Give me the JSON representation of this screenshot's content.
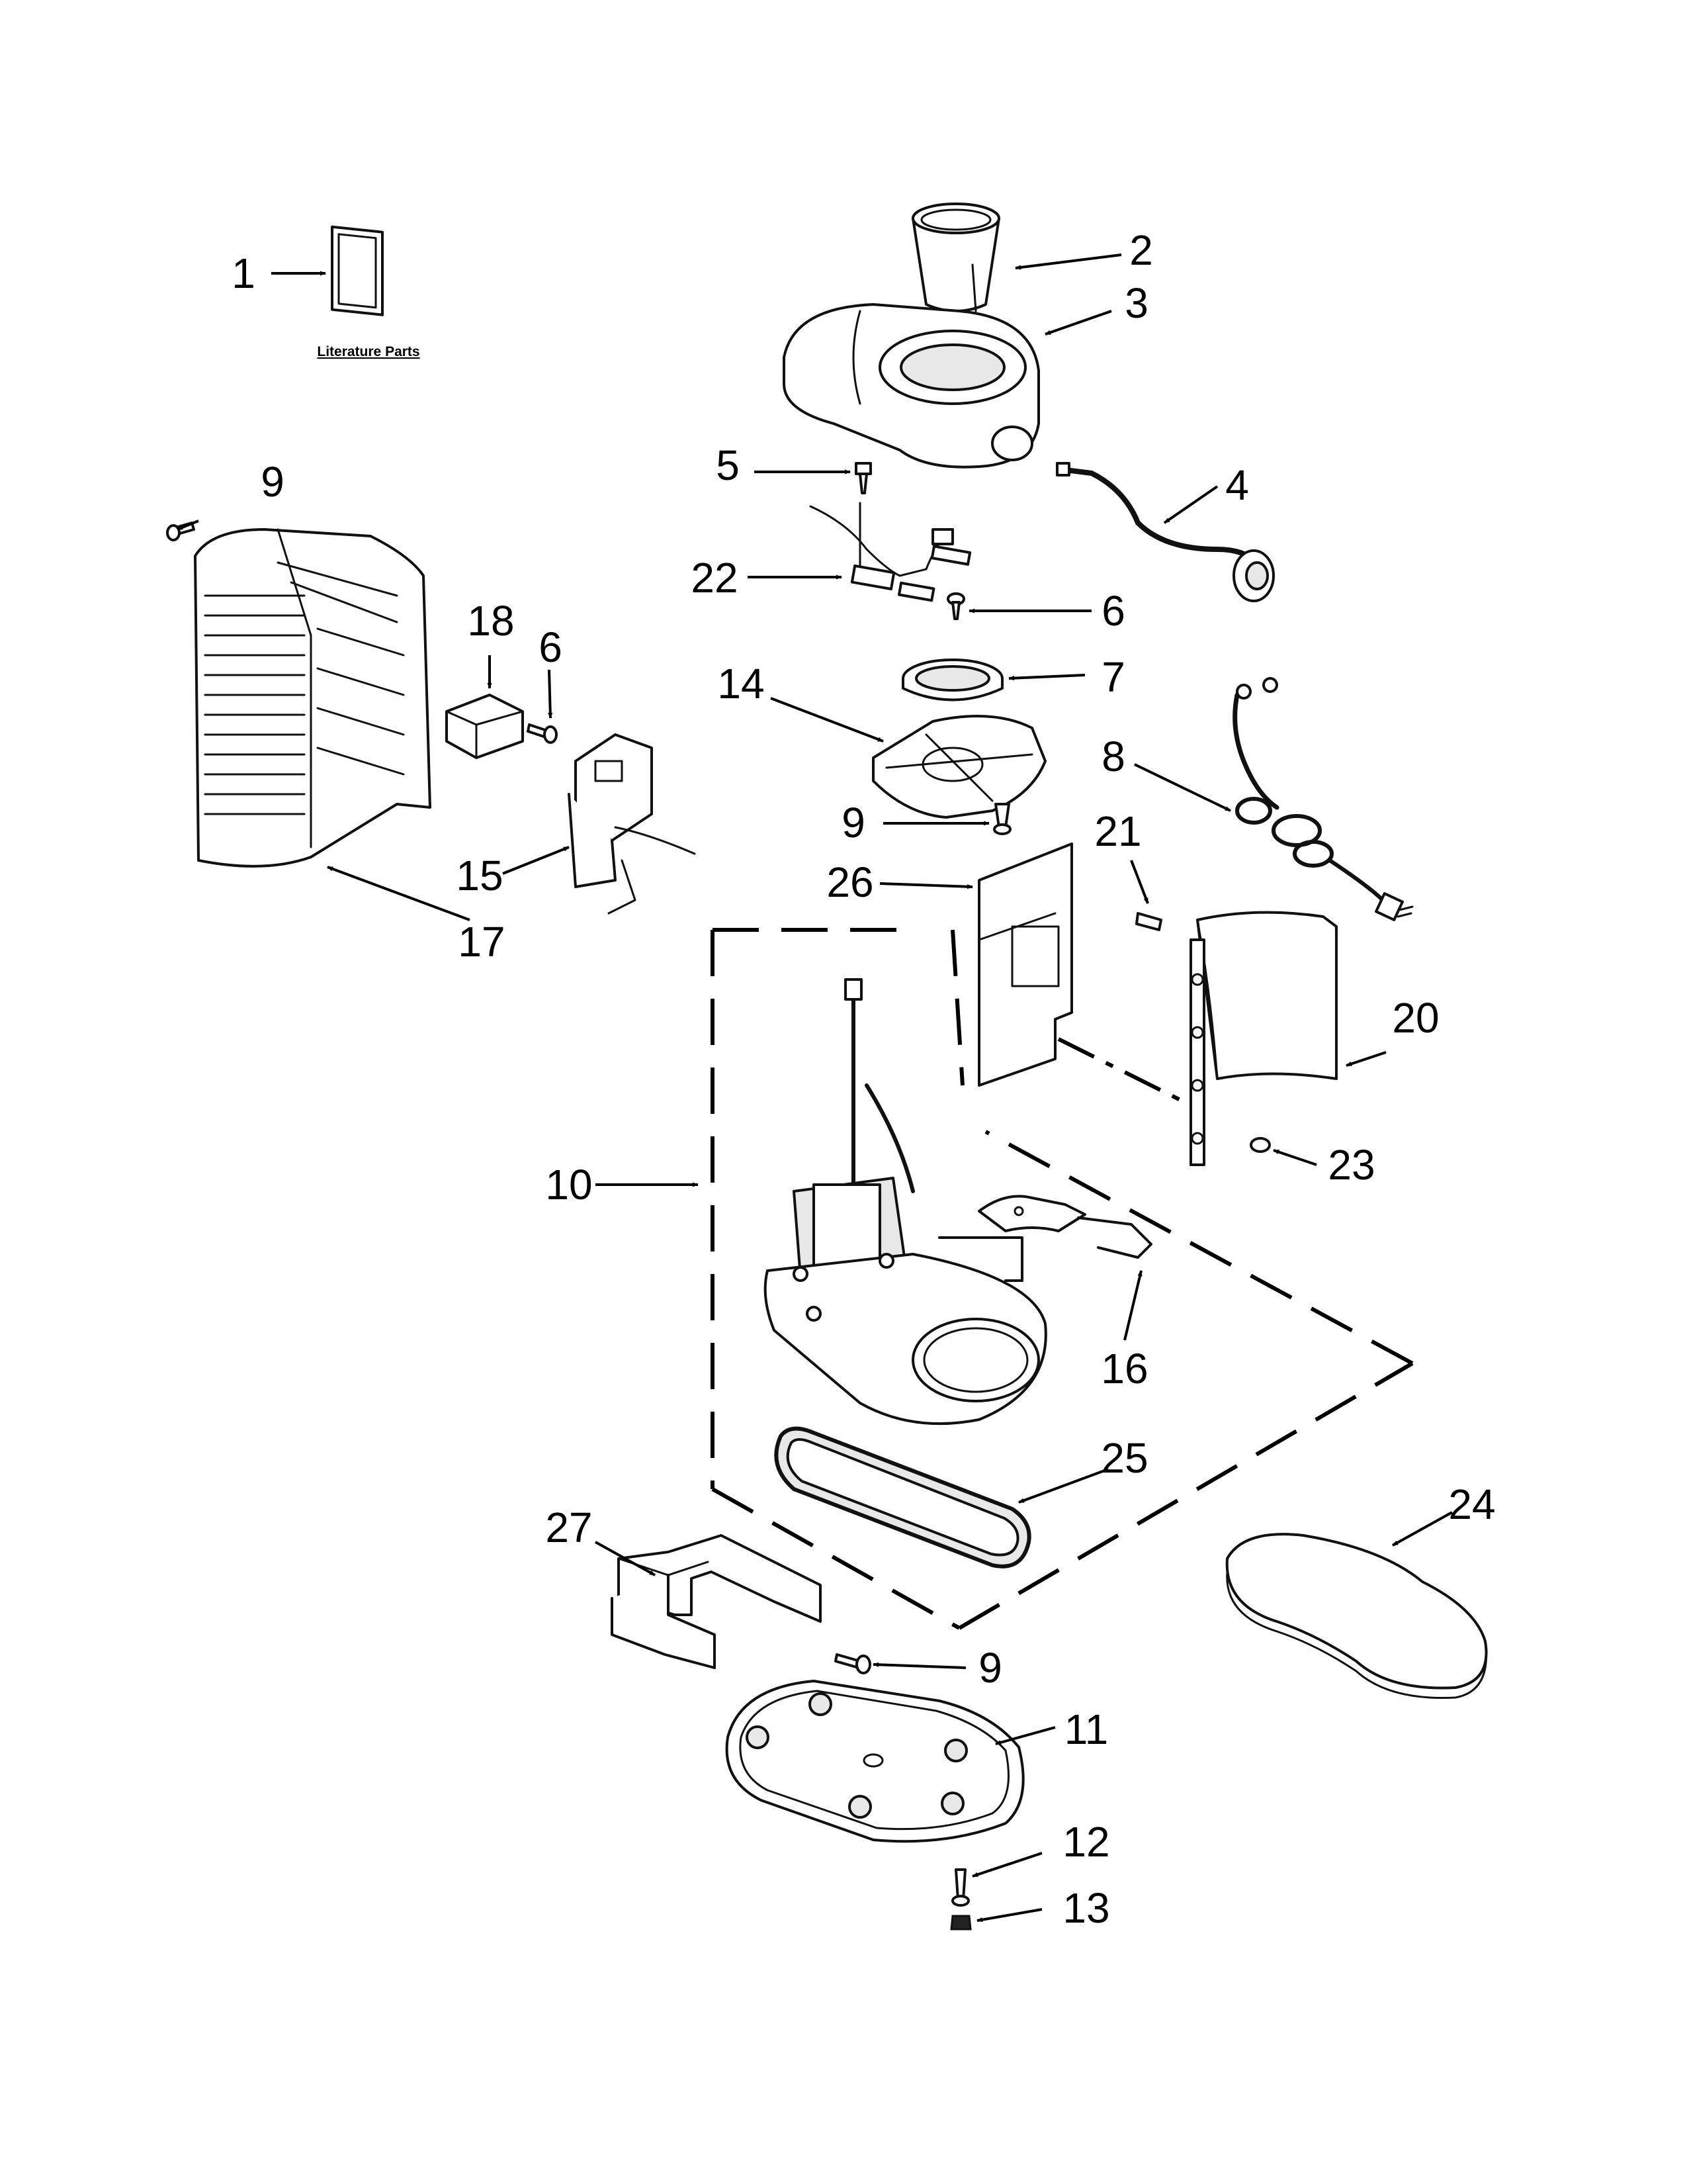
{
  "literature_label": "Literature Parts",
  "callouts": {
    "c1": "1",
    "c2": "2",
    "c3": "3",
    "c4": "4",
    "c5": "5",
    "c6a": "6",
    "c6b": "6",
    "c7": "7",
    "c8": "8",
    "c9a": "9",
    "c9b": "9",
    "c9c": "9",
    "c10": "10",
    "c11": "11",
    "c12": "12",
    "c13": "13",
    "c14": "14",
    "c15": "15",
    "c16": "16",
    "c17": "17",
    "c18": "18",
    "c20": "20",
    "c21": "21",
    "c22": "22",
    "c23": "23",
    "c24": "24",
    "c25": "25",
    "c26": "26",
    "c27": "27"
  }
}
